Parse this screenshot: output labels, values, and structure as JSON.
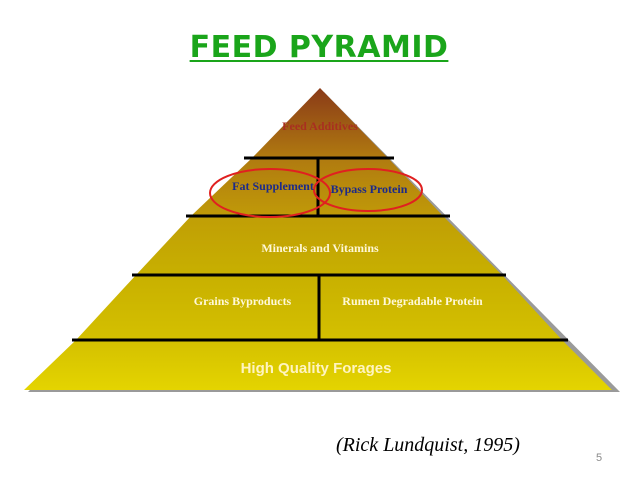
{
  "title": "FEED PYRAMID",
  "layers": {
    "feed_additives": "Feed Additives",
    "fat_supplement": "Fat Supplement",
    "bypass_protein": "Bypass Protein",
    "minerals_vitamins": "Minerals and Vitamins",
    "grains_byproducts": "Grains Byproducts",
    "rumen_degradable_protein": "Rumen Degradable Protein",
    "high_quality_forages": "High Quality Forages"
  },
  "citation": "(Rick Lundquist, 1995)",
  "page_number": "5",
  "colors": {
    "title": "#1aa51a",
    "highlight_circle": "#e02020",
    "pyramid_gold": "#c8b000",
    "pyramid_dark": "#7a4a10"
  }
}
